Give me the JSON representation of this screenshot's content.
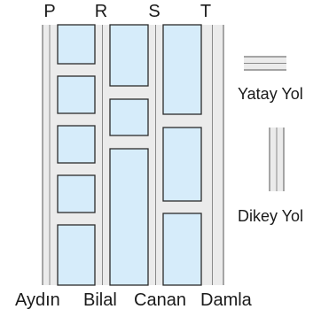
{
  "top_labels": [
    "P",
    "R",
    "S",
    "T"
  ],
  "bottom_labels": [
    "Aydın",
    "Bilal",
    "Canan",
    "Damla"
  ],
  "legend": {
    "horizontal_road_label": "Yatay Yol",
    "vertical_road_label": "Dikey Yol"
  },
  "colors": {
    "road": "#ebebeb",
    "road_edge": "#8a8a8a",
    "lane_marking": "#8a8a8a",
    "block_fill": "#d6ecfa",
    "block_border": "#2b2b2b"
  }
}
